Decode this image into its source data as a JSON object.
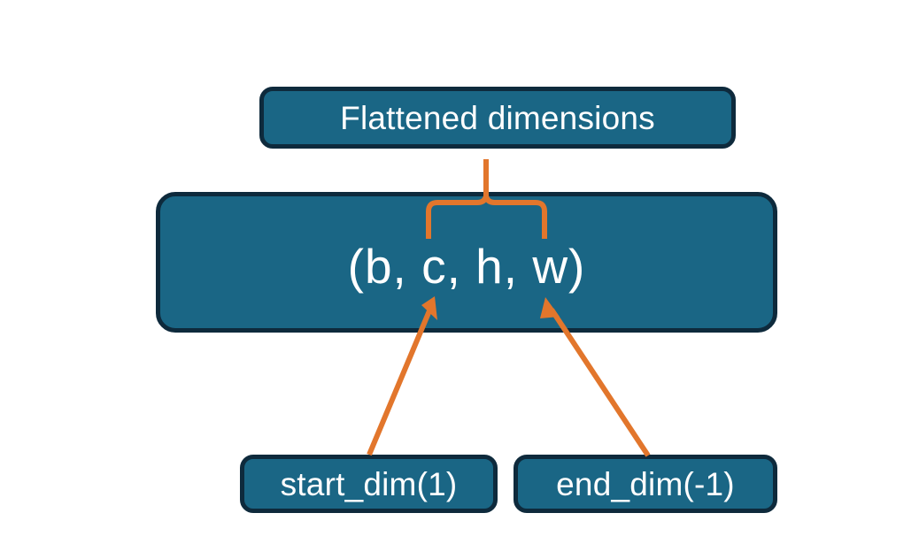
{
  "diagram": {
    "title": "torch.flatten dimension range illustration",
    "background_color": "#ffffff",
    "node_fill_color": "#1a6685",
    "node_border_color": "#0e2a3c",
    "node_text_color": "#ffffff",
    "annotation_color": "#e2762c",
    "nodes": [
      {
        "id": "flattened",
        "label": "Flattened dimensions",
        "role": "caption-box"
      },
      {
        "id": "shape",
        "label": "(b, c, h, w)",
        "role": "tensor-shape-box"
      },
      {
        "id": "start_dim",
        "label": "start_dim(1)",
        "role": "argument-box"
      },
      {
        "id": "end_dim",
        "label": "end_dim(-1)",
        "role": "argument-box"
      }
    ],
    "annotations": [
      {
        "id": "brace",
        "kind": "curly-brace",
        "points_from": "flattened",
        "spans": "c, h, w"
      },
      {
        "id": "arrow-start-dim",
        "kind": "arrow",
        "points_from": "start_dim",
        "points_to": "c"
      },
      {
        "id": "arrow-end-dim",
        "kind": "arrow",
        "points_from": "end_dim",
        "points_to": "w"
      }
    ]
  }
}
